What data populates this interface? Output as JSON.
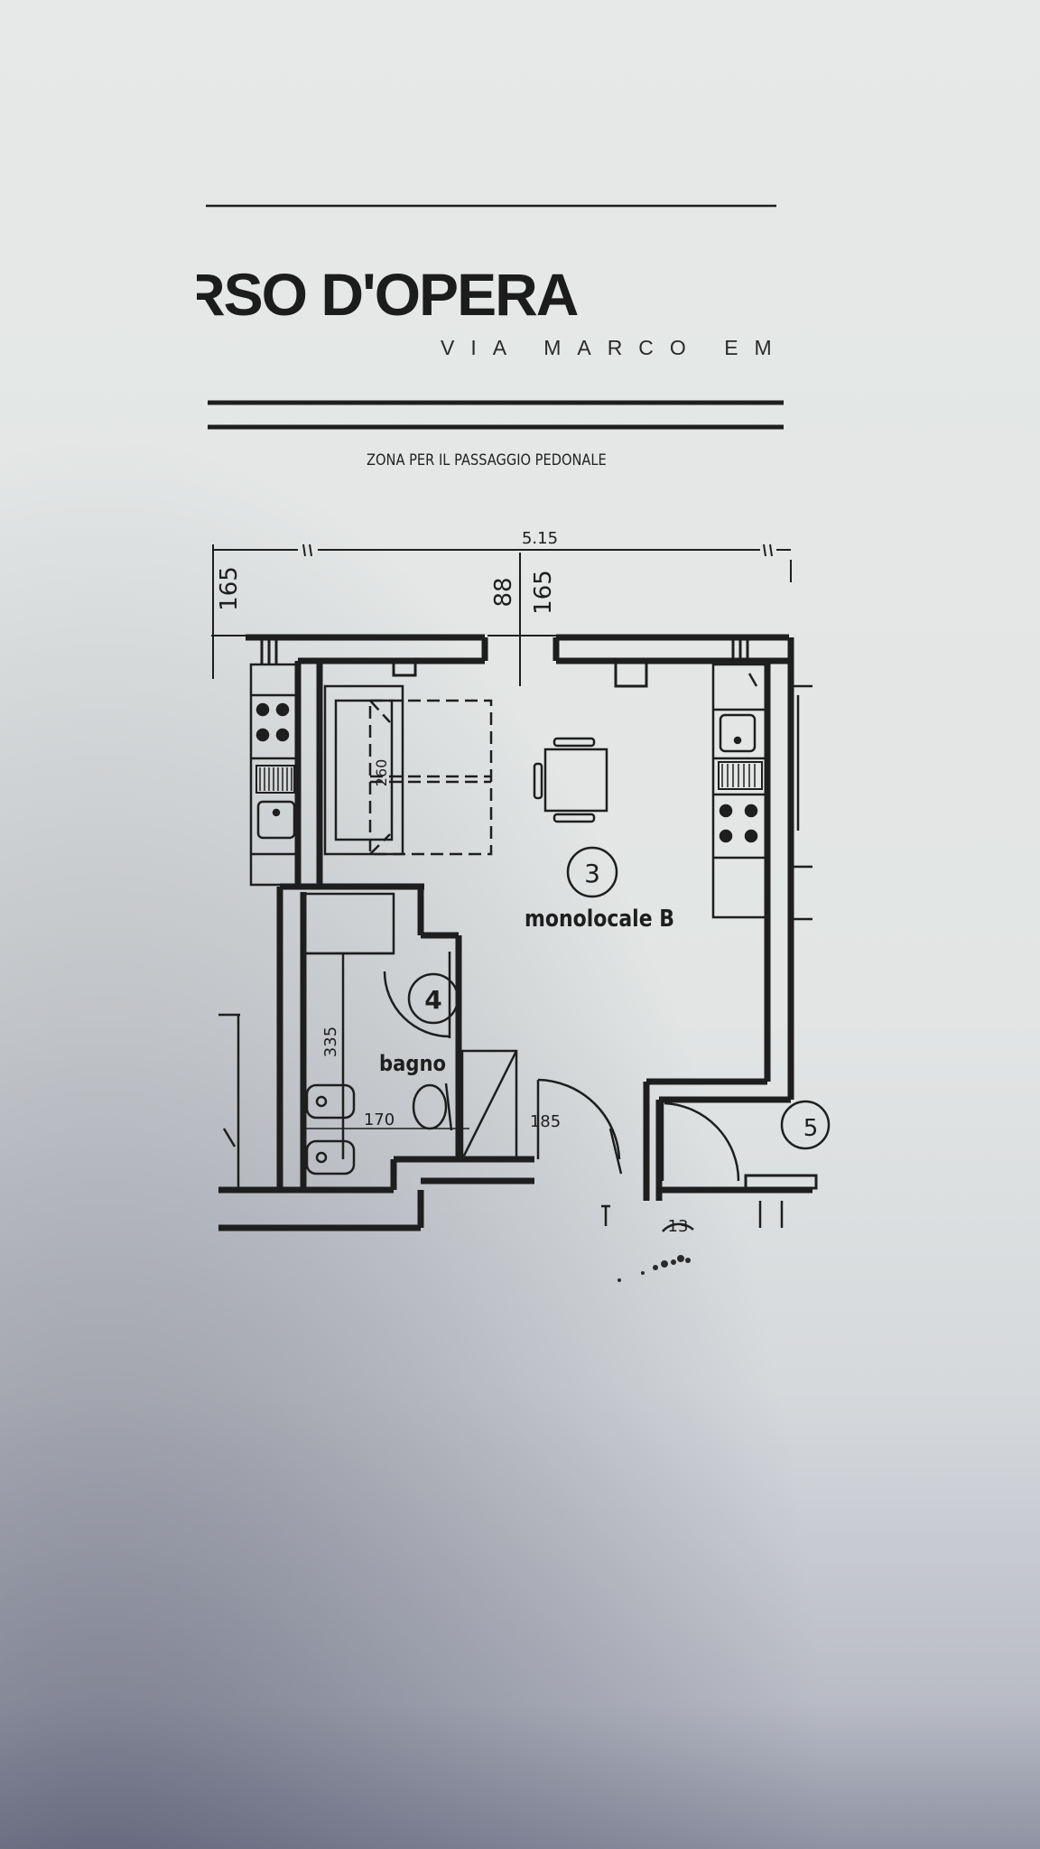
{
  "header": {
    "title": "RSO D'OPERA",
    "subtitle": "VIA MARCO EM",
    "zone_label": "ZONA PER IL PASSAGGIO PEDONALE"
  },
  "dimensions": {
    "width_top": "5.15",
    "left_depth": "165",
    "center_gap": "88",
    "center_depth": "165",
    "bed_size": "260",
    "bath_height": "335",
    "bath_width": "170",
    "corridor_width": "185"
  },
  "rooms": {
    "main_number": "3",
    "main_name": "monolocale B",
    "bath_number": "4",
    "bath_name": "bagno",
    "partial_right_number": "5",
    "partial_bottom_number": "13"
  },
  "colors": {
    "paper": "#e4e7e6",
    "ink": "#1e1e1e"
  }
}
